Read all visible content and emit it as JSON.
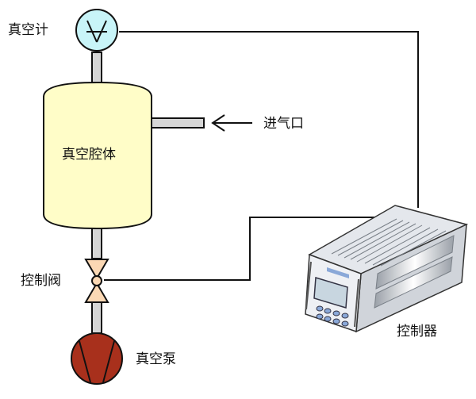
{
  "labels": {
    "gauge": "真空计",
    "inlet": "进气口",
    "chamber": "真空腔体",
    "valve": "控制阀",
    "pump": "真空泵",
    "controller": "控制器"
  },
  "colors": {
    "chamber_fill": "#fffdc8",
    "gauge_fill": "#c8f4f8",
    "valve_fill": "#fbd8b4",
    "pump_fill": "#a8301c",
    "pipe_fill": "#d6d6d6",
    "line": "#111111",
    "controller_face": "#eef0f4",
    "controller_screen": "#c8d6e0",
    "controller_button": "#8aa8d8"
  },
  "icons": {
    "gauge": "vacuum-gauge-icon",
    "valve": "butterfly-valve-icon",
    "pump": "vacuum-pump-icon",
    "inlet_arrow": "arrow-left-icon"
  }
}
